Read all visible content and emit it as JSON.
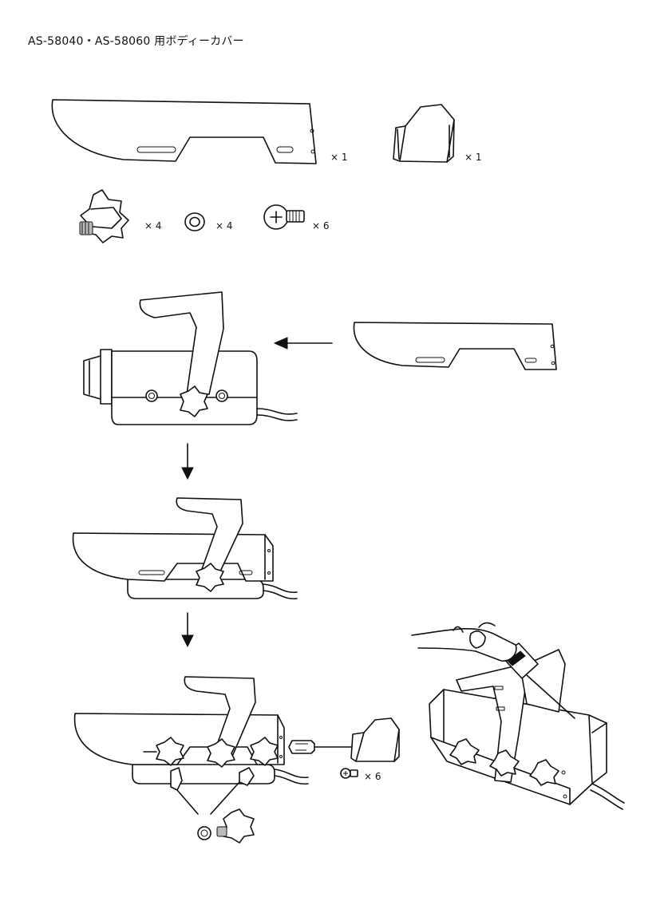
{
  "title": "AS-58040・AS-58060 用ボディーカバー",
  "parts": {
    "side_cover_qty": "× 1",
    "end_cap_qty": "× 1",
    "knob_qty": "× 4",
    "washer_qty": "× 4",
    "screw_qty": "× 6"
  },
  "step3": {
    "screw_qty": "× 6"
  },
  "icons": [
    "side-cover",
    "end-cap",
    "star-knob",
    "washer",
    "screw",
    "arrow",
    "pointing-hand",
    "screwdriver"
  ]
}
